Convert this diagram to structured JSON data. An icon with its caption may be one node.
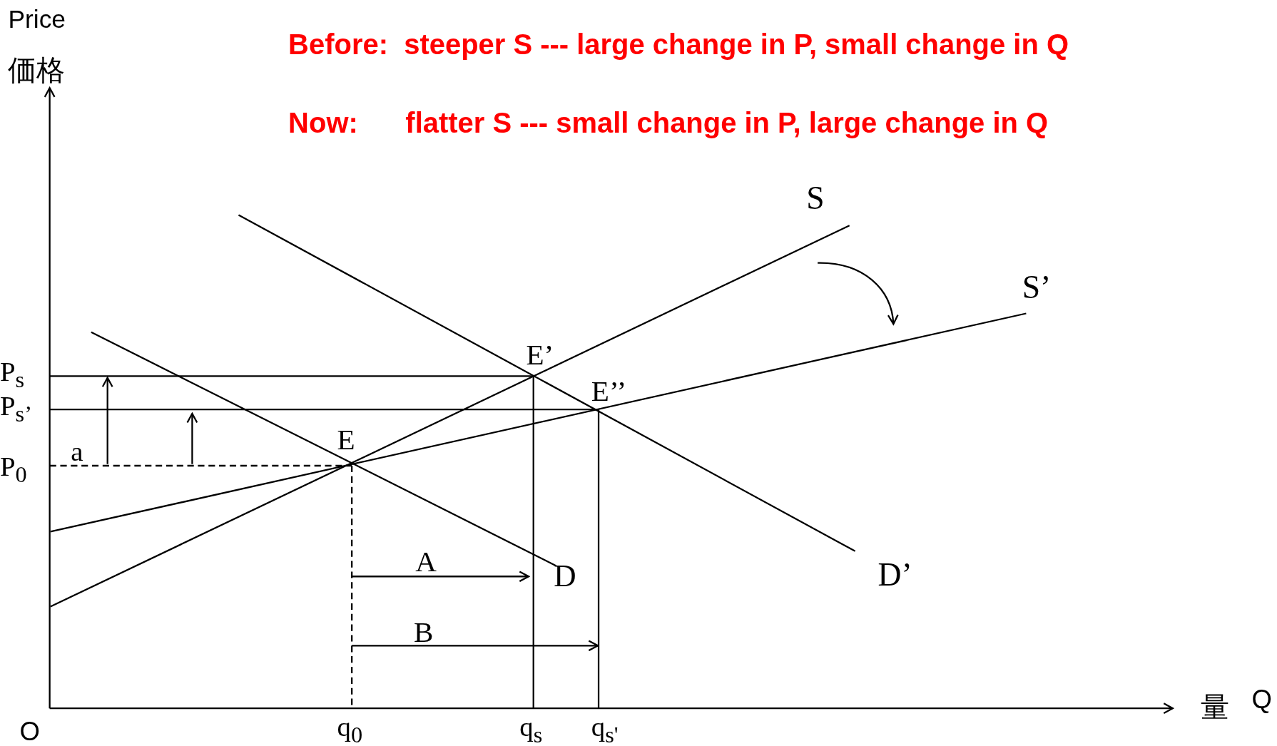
{
  "diagram": {
    "labels": [
      "Price",
      "価格",
      "Before:  steeper S --- large change in P, small change in Q",
      "Now:      flatter S --- small change in P, large change in Q",
      "S",
      "S’",
      "E’",
      "P$_{s}$",
      "E’’",
      "P$_{s’}$",
      "E",
      "a",
      "P$_{0}$",
      "A",
      "D",
      "D’",
      "B",
      "O",
      "q$_{0}$",
      "q$_{s}$",
      "q$_{s'}$",
      "量",
      "Q"
    ]
  }
}
